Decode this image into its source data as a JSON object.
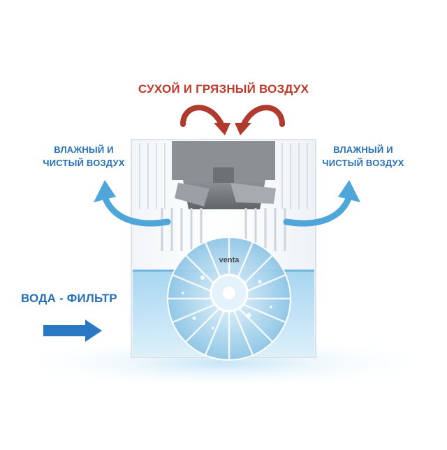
{
  "labels": {
    "dry_dirty_air": "СУХОЙ И ГРЯЗНЫЙ ВОЗДУХ",
    "moist_clean_air_left": [
      "ВЛАЖНЫЙ И",
      "ЧИСТЫЙ ВОЗДУХ"
    ],
    "moist_clean_air_right": [
      "ВЛАЖНЫЙ И",
      "ЧИСТЫЙ ВОЗДУХ"
    ],
    "water_filter": "ВОДА - ФИЛЬТР"
  },
  "device": {
    "brand": "venta"
  },
  "colors": {
    "dry_arrow": "#b03a2e",
    "moist_arrow": "#4fa6d8",
    "water_arrow": "#2a78c2",
    "label_blue": "#2770b5",
    "label_red": "#c0392b",
    "water": "#a9d6f0"
  }
}
